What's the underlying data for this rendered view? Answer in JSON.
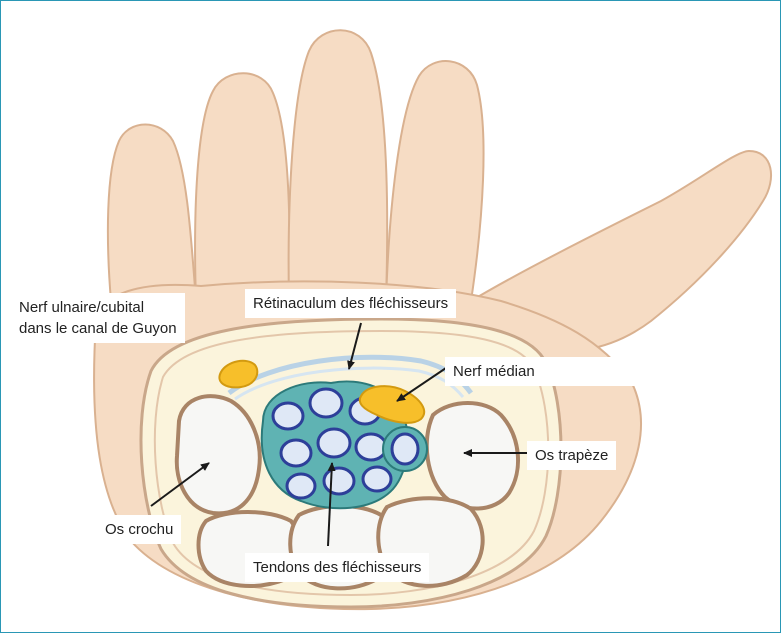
{
  "figure": {
    "labels": {
      "ulnar_nerve_line1": "Nerf ulnaire/cubital",
      "ulnar_nerve_line2": "dans le canal de Guyon",
      "retinaculum": "Rétinaculum des fléchisseurs",
      "median_nerve": "Nerf médian",
      "trapezium": "Os trapèze",
      "hamate": "Os crochu",
      "flexor_tendons": "Tendons des fléchisseurs"
    },
    "colors": {
      "frame_border": "#2a97b5",
      "skin": "#f6dcc4",
      "skin_outline": "#d9b190",
      "canal_fill": "#fbf4dc",
      "bone_fill": "#ffffff",
      "bone_outline": "#a98466",
      "tendon_sheath": "#5fb3b3",
      "tendon_fill": "#dfe8f6",
      "tendon_outline": "#2d3f99",
      "nerve": "#f7bf2a",
      "retinaculum": "#b9d2e6",
      "arrow": "#1a1a1a"
    }
  }
}
